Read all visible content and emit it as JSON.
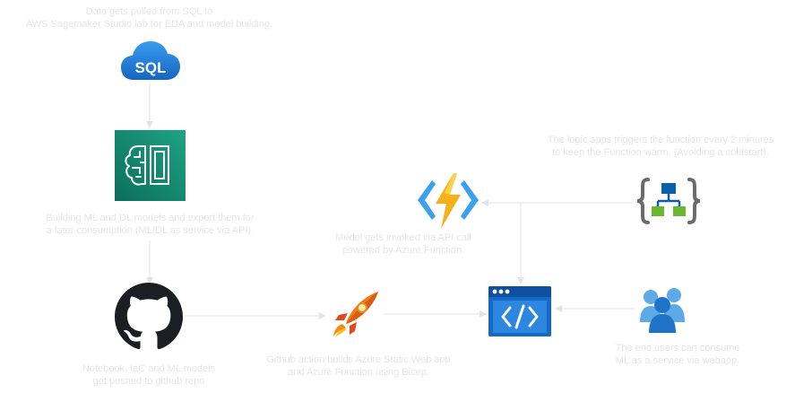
{
  "captions": {
    "sql": [
      "Data gets pulled from SQL to",
      "AWS Sagemaker Studio lab for EDA and model building."
    ],
    "ml": [
      "Building ML and DL models and export them for",
      "a later consumption (ML/DL as service via API)."
    ],
    "github": [
      "Notebook, IaC and ML models",
      "get pushed to github repo"
    ],
    "deploy": [
      "Github action builds Azure Static Web app",
      "and Azure Function using Bicep."
    ],
    "function": [
      "Model gets invoked via API call",
      "powered by Azure Function."
    ],
    "logicapp": [
      "The logic apps triggers the function every 2 minures",
      "to keep the Function warm. (Avoiding a coldstart)."
    ],
    "users": [
      "The end users can consume",
      "ML as a service via webapp."
    ]
  },
  "icons": {
    "sql": {
      "name": "sql-database-cloud-icon",
      "text": "SQL",
      "color": "#1e7fd6"
    },
    "ml": {
      "name": "sagemaker-ml-icon",
      "color": "#14806b"
    },
    "github": {
      "name": "github-icon",
      "color": "#1b1f24"
    },
    "deploy": {
      "name": "rocket-icon",
      "color": "#f27a1a"
    },
    "function": {
      "name": "azure-function-icon",
      "color": "#f5b01a"
    },
    "logicapp": {
      "name": "logic-app-icon",
      "color": "#0d5ea8"
    },
    "webapp": {
      "name": "static-web-app-icon",
      "color": "#1569c7"
    },
    "users": {
      "name": "users-icon",
      "color": "#1f73c9"
    }
  },
  "connector_color": "#e3e3e3"
}
